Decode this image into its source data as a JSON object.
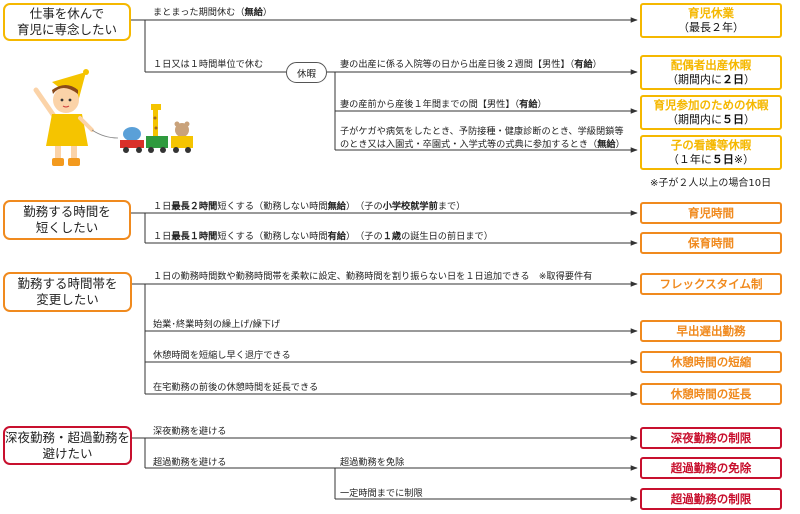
{
  "colors": {
    "yellow": "#f5b800",
    "orange": "#f08a1e",
    "red": "#c8102e",
    "line": "#333333"
  },
  "categories": [
    {
      "id": "c1",
      "text": "仕事を休んで\n育児に専念したい",
      "color": "yellow"
    },
    {
      "id": "c2",
      "text": "勤務する時間を\n短くしたい",
      "color": "orange"
    },
    {
      "id": "c3",
      "text": "勤務する時間帯を\n変更したい",
      "color": "orange"
    },
    {
      "id": "c4",
      "text": "深夜勤務・超過勤務を\n避けたい",
      "color": "red"
    }
  ],
  "hub_label": "休暇",
  "results": [
    {
      "title": "育児休業",
      "sub": "（最長２年）",
      "color": "yellow"
    },
    {
      "title": "配偶者出産休暇",
      "sub_pre": "（期間内に",
      "sub_bold": "２日",
      "sub_post": "）",
      "color": "yellow"
    },
    {
      "title": "育児参加のための休暇",
      "sub_pre": "（期間内に",
      "sub_bold": "５日",
      "sub_post": "）",
      "color": "yellow"
    },
    {
      "title": "子の看護等休暇",
      "sub_pre": "（１年に",
      "sub_bold": "５日",
      "sub_post": "※）",
      "color": "yellow"
    },
    {
      "title": "育児時間",
      "color": "orange"
    },
    {
      "title": "保育時間",
      "color": "orange"
    },
    {
      "title": "フレックスタイム制",
      "color": "orange"
    },
    {
      "title": "早出遅出勤務",
      "color": "orange"
    },
    {
      "title": "休憩時間の短縮",
      "color": "orange"
    },
    {
      "title": "休憩時間の延長",
      "color": "orange"
    },
    {
      "title": "深夜勤務の制限",
      "color": "red"
    },
    {
      "title": "超過勤務の免除",
      "color": "red"
    },
    {
      "title": "超過勤務の制限",
      "color": "red"
    }
  ],
  "labels": {
    "l1_pre": "まとまった期間休む（",
    "l1_bold": "無給",
    "l1_post": "）",
    "l2": "１日又は１時間単位で休む",
    "l3_pre": "妻の出産に係る入院等の日から出産日後２週間【男性】（",
    "l3_bold": "有給",
    "l3_post": "）",
    "l4_pre": "妻の産前から産後１年間までの間【男性】（",
    "l4_bold": "有給",
    "l4_post": "）",
    "l5a": "子がケガや病気をしたとき、予防接種・健康診断のとき、学級閉鎖等",
    "l5b_pre": "のとき又は入園式・卒園式・入学式等の式典に参加するとき（",
    "l5b_bold": "無給",
    "l5b_post": "）",
    "l6_a": "１日",
    "l6_b": "最長２時間",
    "l6_c": "短くする（勤務しない時間",
    "l6_d": "無給",
    "l6_e": "）　（子の",
    "l6_f": "小学校就学前",
    "l6_g": "まで）",
    "l7_a": "１日",
    "l7_b": "最長１時間",
    "l7_c": "短くする（勤務しない時間",
    "l7_d": "有給",
    "l7_e": "）　（子の",
    "l7_f": "１歳",
    "l7_g": "の誕生日の前日まで）",
    "l8": "１日の勤務時間数や勤務時間帯を柔軟に設定、勤務時間を割り振らない日を１日追加できる　※取得要件有",
    "l9": "始業･終業時刻の繰上げ/繰下げ",
    "l10": "休憩時間を短縮し早く退庁できる",
    "l11": "在宅勤務の前後の休憩時間を延長できる",
    "l12": "深夜勤務を避ける",
    "l13": "超過勤務を避ける",
    "l14": "超過勤務を免除",
    "l15": "一定時間までに制限"
  },
  "footnote": "※子が２人以上の場合10日"
}
